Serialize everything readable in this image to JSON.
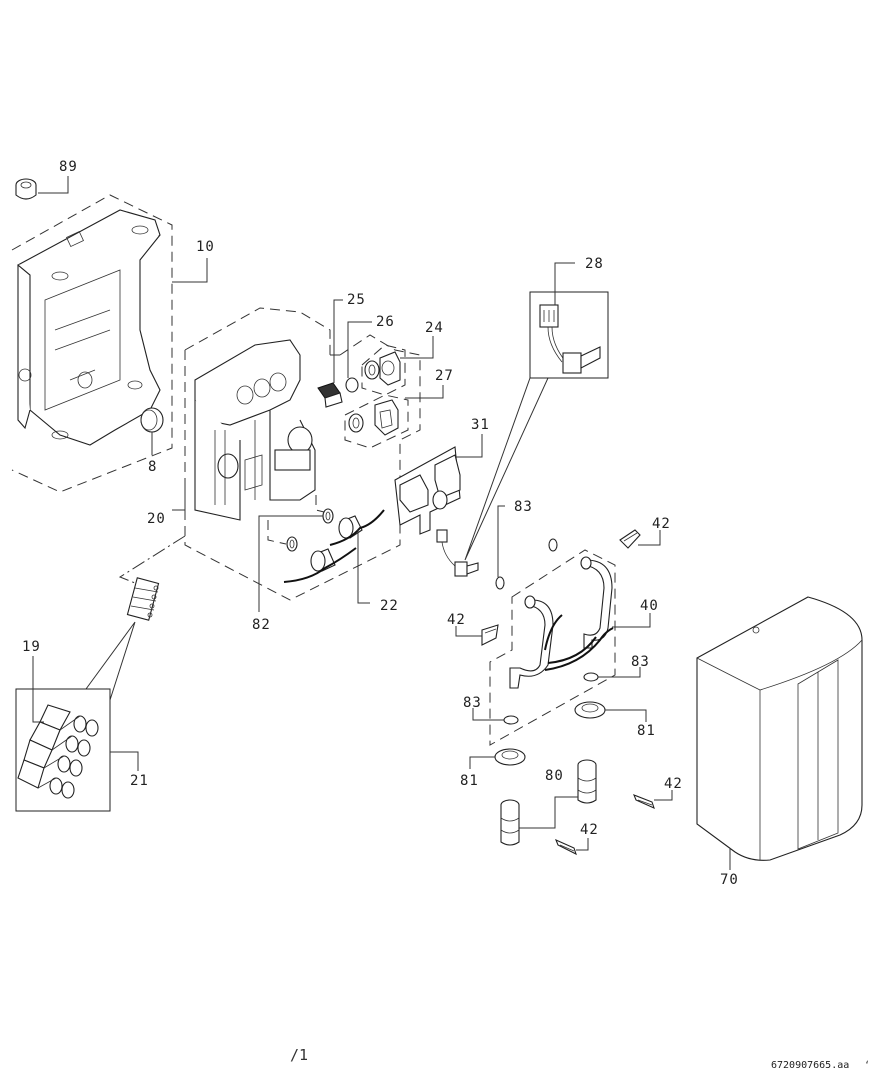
{
  "diagram": {
    "type": "exploded-parts-view",
    "callouts": [
      {
        "id": "89",
        "part": "cap"
      },
      {
        "id": "10",
        "part": "mounting-frame"
      },
      {
        "id": "8",
        "part": "plug"
      },
      {
        "id": "20",
        "part": "hydraulic-block"
      },
      {
        "id": "25",
        "part": "filter"
      },
      {
        "id": "26",
        "part": "flow-limiter"
      },
      {
        "id": "24",
        "part": "valve-insert"
      },
      {
        "id": "27",
        "part": "valve-insert"
      },
      {
        "id": "28",
        "part": "cable-harness"
      },
      {
        "id": "31",
        "part": "circuit-board"
      },
      {
        "id": "22",
        "part": "sensor"
      },
      {
        "id": "82",
        "part": "o-ring"
      },
      {
        "id": "83",
        "part": "o-ring"
      },
      {
        "id": "42",
        "part": "clip"
      },
      {
        "id": "40",
        "part": "pipe-set"
      },
      {
        "id": "81",
        "part": "sleeve"
      },
      {
        "id": "80",
        "part": "connector"
      },
      {
        "id": "70",
        "part": "cover"
      },
      {
        "id": "19",
        "part": "terminal"
      },
      {
        "id": "21",
        "part": "terminal-block"
      }
    ],
    "labels": {
      "l89": "89",
      "l10": "10",
      "l8": "8",
      "l20": "20",
      "l25": "25",
      "l26": "26",
      "l24": "24",
      "l27": "27",
      "l28": "28",
      "l31": "31",
      "l22": "22",
      "l82": "82",
      "l83a": "83",
      "l42a": "42",
      "l40": "40",
      "l42b": "42",
      "l83b": "83",
      "l83c": "83",
      "l81a": "81",
      "l81b": "81",
      "l80": "80",
      "l42c": "42",
      "l42d": "42",
      "l70": "70",
      "l19": "19",
      "l21": "21"
    }
  },
  "footer": {
    "page": "/1",
    "doc_id": "6720907665.aa",
    "mark": "ʻ"
  }
}
